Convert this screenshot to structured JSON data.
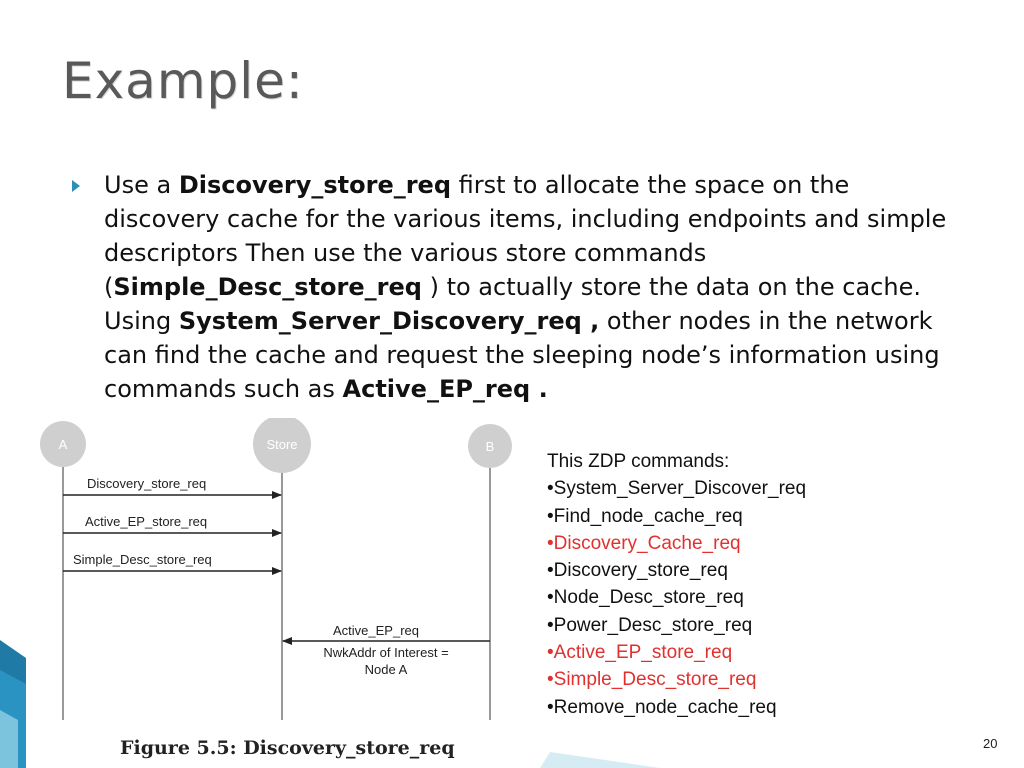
{
  "slide": {
    "title": "Example:",
    "page_number": "20"
  },
  "bullet": {
    "t1": "Use a ",
    "b1": "Discovery_store_req",
    "t2": " first to allocate the space on the discovery cache for the various items, including endpoints and simple descriptors Then use the various store commands (",
    "b2": "Simple_Desc_store_req",
    "t3": " ) to actually store the data on the cache. Using ",
    "b3": "System_Server_Discovery_req ,",
    "t4": " other nodes in the network can find the cache and request the sleeping node’s information using commands such as ",
    "b4": "Active_EP_req ."
  },
  "diagram": {
    "node_a": "A",
    "node_store": "Store",
    "node_b": "B",
    "msg1": "Discovery_store_req",
    "msg2": "Active_EP_store_req",
    "msg3": "Simple_Desc_store_req",
    "msg4": "Active_EP_req",
    "msg4_note_line1": "NwkAddr of Interest =",
    "msg4_note_line2": "Node A",
    "caption": "Figure 5.5:  Discovery_store_req"
  },
  "zdp_list": {
    "heading": "This ZDP commands:",
    "items": [
      {
        "text": "•System_Server_Discover_req",
        "highlight": false
      },
      {
        "text": "•Find_node_cache_req",
        "highlight": false
      },
      {
        "text": "•Discovery_Cache_req",
        "highlight": true
      },
      {
        "text": "•Discovery_store_req",
        "highlight": false
      },
      {
        "text": "•Node_Desc_store_req",
        "highlight": false
      },
      {
        "text": "•Power_Desc_store_req",
        "highlight": false
      },
      {
        "text": "•Active_EP_store_req",
        "highlight": true
      },
      {
        "text": "•Simple_Desc_store_req",
        "highlight": true
      },
      {
        "text": "•Remove_node_cache_req",
        "highlight": false
      }
    ],
    "highlight_color": "#e0312f"
  },
  "theme": {
    "accent": "#2b8fb8",
    "title_color": "#595959"
  }
}
